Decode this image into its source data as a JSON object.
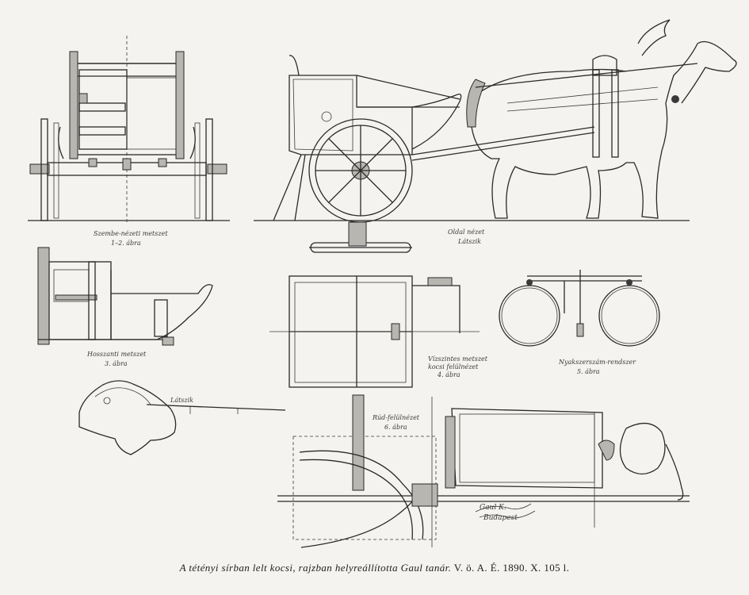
{
  "caption": {
    "text_italic": "A tétényi sírban lelt kocsi, rajzban helyreállította Gaul tanár.",
    "text_roman": "V. ö. A. É. 1890. X. 105 l."
  },
  "labels": {
    "front_view": [
      "Szembe-nézeti metszet",
      "1–2. ábra"
    ],
    "side_view": [
      "Oldal nézet",
      "Látszik"
    ],
    "rear_section": [
      "Hosszanti metszet",
      "3. ábra"
    ],
    "plan_section": [
      "Vízszintes metszet",
      "kocsi felülnézet",
      "4. ábra"
    ],
    "yoke": [
      "Nyakszerszám-rendszer",
      "5. ábra"
    ],
    "head_view": [
      "Látszik"
    ],
    "pole_plan": [
      "Rúd-felülnézet",
      "6. ábra"
    ],
    "signature": [
      "Gaul K.",
      "Budapest"
    ]
  },
  "colors": {
    "ink": "#2a2a2a",
    "paper": "#f4f3ef"
  }
}
